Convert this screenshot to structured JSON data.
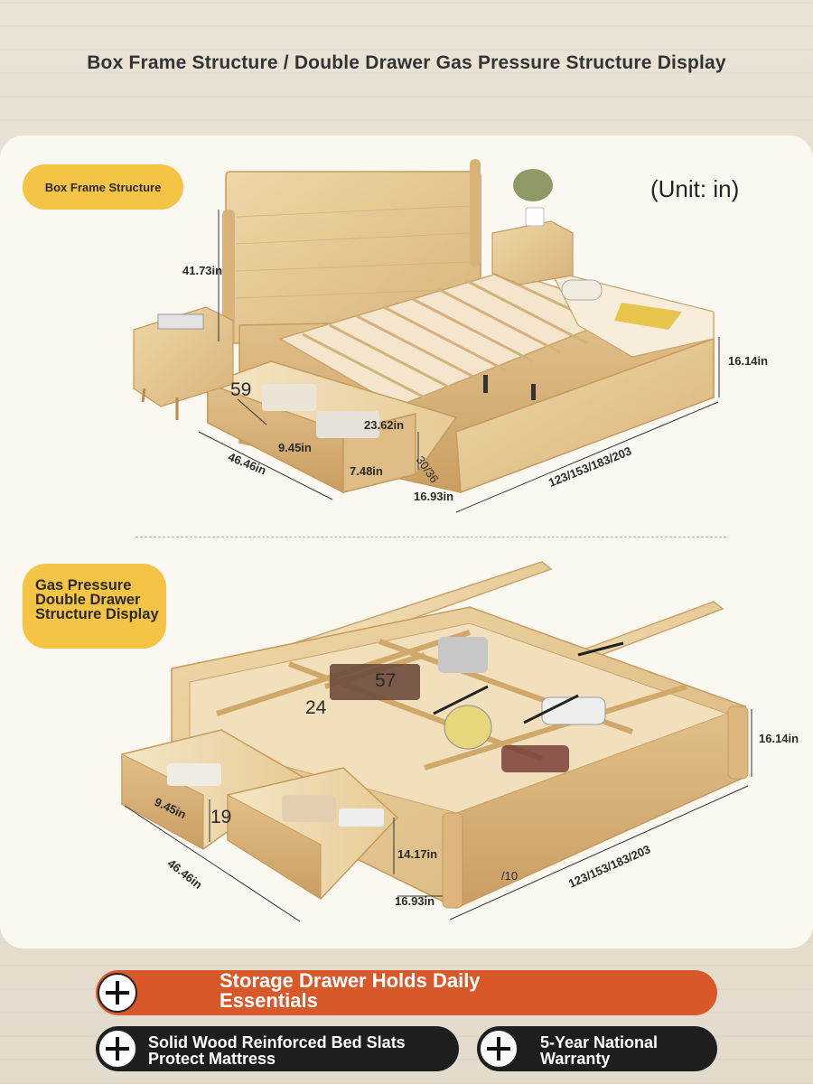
{
  "page_title": "Box Frame Structure / Double Drawer Gas Pressure Structure Display",
  "unit_label": "(Unit: in)",
  "section1": {
    "tag": "Box Frame Structure",
    "dims": {
      "headboard_height": "41.73in",
      "frame_height": "16.14in",
      "drawer_depth_big": "59",
      "drawer_inner": "23.62in",
      "drawer_height_a": "9.45in",
      "drawer_length": "46.46in",
      "drawer_height_b": "7.48in",
      "side_label": "30/36",
      "drawer_width": "16.93in",
      "bed_length": "123/153/183/203"
    }
  },
  "section2": {
    "tag": "Gas Pressure Double Drawer Structure Display",
    "dims": {
      "compartment_big": "57",
      "compartment_height": "24",
      "frame_height": "16.14in",
      "drawer_height_a": "9.45in",
      "drawer_height_big": "19",
      "drawer_length": "46.46in",
      "drawer_height_c": "14.17in",
      "slash_label": "/10",
      "bed_length": "123/153/183/203",
      "drawer_width": "16.93in"
    }
  },
  "features": [
    {
      "label": "Storage Drawer Holds Daily Essentials",
      "icon": "plus-icon",
      "color": "#d8582a"
    },
    {
      "label": "Solid Wood Reinforced Bed Slats Protect Mattress",
      "icon": "plus-icon",
      "color": "#1e1e1e"
    },
    {
      "label": "5-Year National Warranty",
      "icon": "plus-icon",
      "color": "#1e1e1e"
    }
  ]
}
